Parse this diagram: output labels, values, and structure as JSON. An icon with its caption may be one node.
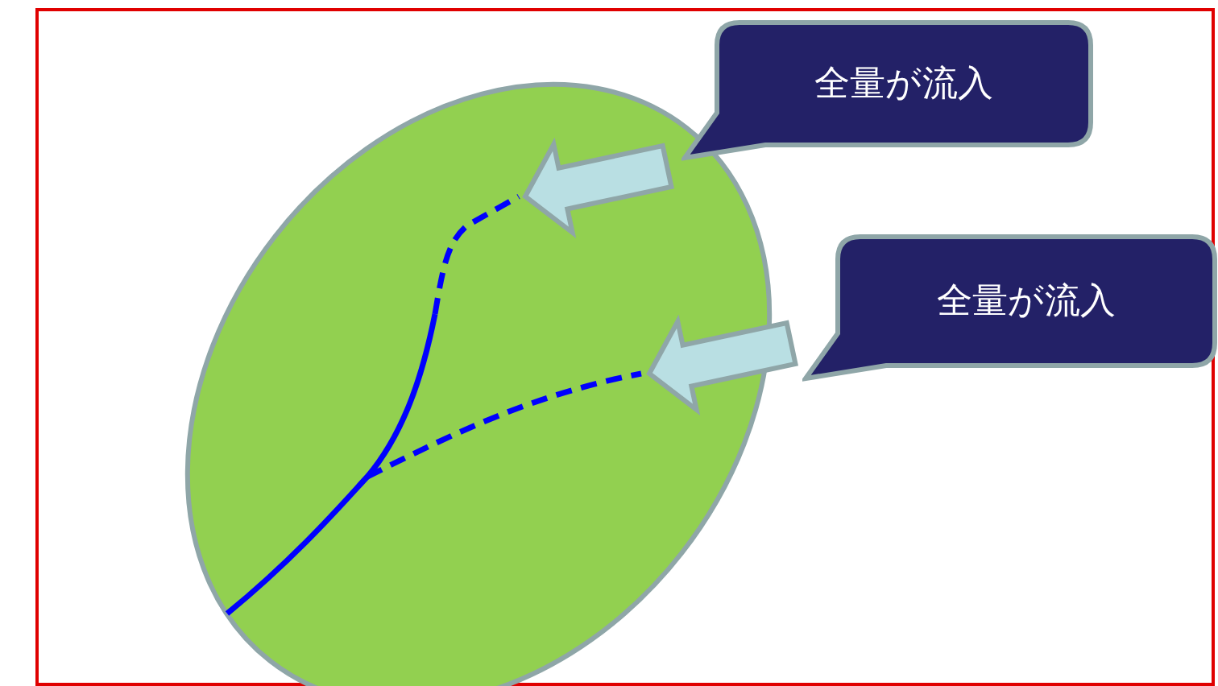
{
  "diagram": {
    "nodes": [
      {
        "text": [],
        "shape": "ellipse"
      },
      {
        "text": [
          "全量が流入"
        ]
      },
      {
        "text": [
          "全量が流入"
        ]
      },
      {
        "text": [],
        "shape": "line",
        "in": 0
      },
      {
        "text": [],
        "shape": "line",
        "in": 0
      }
    ],
    "edges": [
      {
        "from": null,
        "to": 3,
        "arrow": "to"
      },
      {
        "from": null,
        "to": 4,
        "arrow": "to"
      }
    ]
  }
}
